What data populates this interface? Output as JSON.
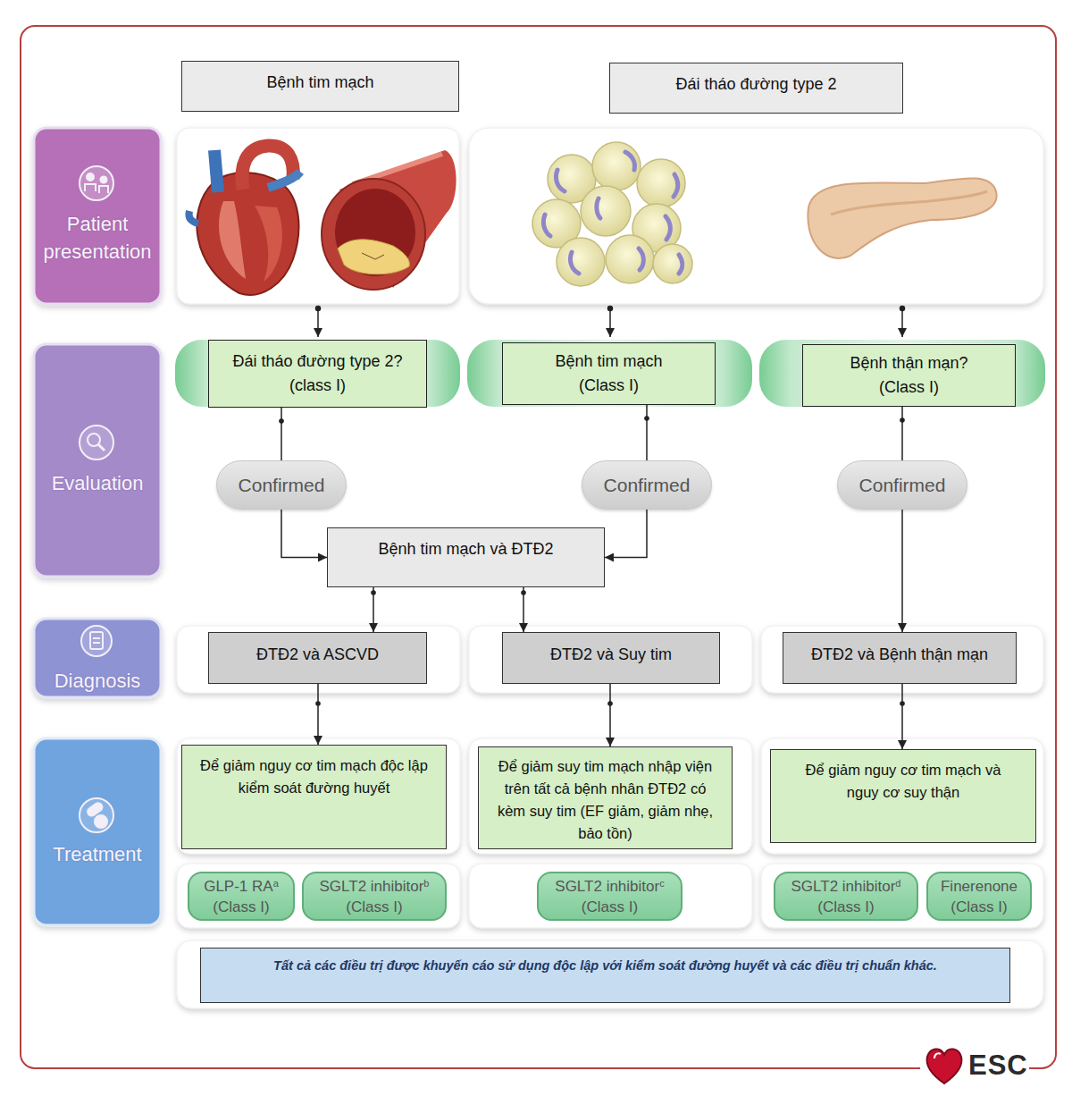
{
  "diagram": {
    "nodes": [
      {
        "text": [
          "Bệnh tim mạch"
        ]
      },
      {
        "text": [
          "Đái tháo đường type 2"
        ]
      },
      {
        "text": [
          "Patient presentation"
        ]
      },
      {
        "text": [
          "Evaluation"
        ]
      },
      {
        "text": [
          "Đái tháo đường type 2? (class I)"
        ]
      },
      {
        "text": [
          "Bệnh tim mạch (Class I)"
        ]
      },
      {
        "text": [
          "Bệnh thận mạn? (Class I)"
        ]
      },
      {
        "text": [
          "Confirmed"
        ]
      },
      {
        "text": [
          "Confirmed"
        ]
      },
      {
        "text": [
          "Confirmed"
        ]
      },
      {
        "text": [
          "Bệnh tim mạch và ĐTĐ2"
        ]
      },
      {
        "text": [
          "Diagnosis"
        ]
      },
      {
        "text": [
          "ĐTĐ2 và ASCVD"
        ]
      },
      {
        "text": [
          "ĐTĐ2 và Suy tim"
        ]
      },
      {
        "text": [
          "ĐTĐ2 và Bệnh thận mạn"
        ]
      },
      {
        "text": [
          "Treatment"
        ]
      },
      {
        "text": [
          "Để giảm nguy cơ tim mạch độc lập kiểm soát đường huyết"
        ]
      },
      {
        "text": [
          "Để giảm suy tim mạch nhập viện trên tất cả bệnh nhân ĐTĐ2 có kèm suy tim (EF giảm, giảm nhẹ, bảo tồn)"
        ]
      },
      {
        "text": [
          "Để giảm nguy cơ tim mạch và nguy cơ suy thận"
        ]
      },
      {
        "text": [
          "GLP-1 RA",
          "a",
          "(Class I)"
        ]
      },
      {
        "text": [
          "SGLT2 inhibitor",
          "b",
          "(Class I)"
        ]
      },
      {
        "text": [
          "SGLT2 inhibitor",
          "c",
          "(Class I)"
        ]
      },
      {
        "text": [
          "SGLT2 inhibitor",
          "d",
          "(Class I)"
        ]
      },
      {
        "text": [
          "Finerenone",
          "(Class I)"
        ]
      },
      {
        "text": [
          "Tất cả các điều trị được khuyến cáo sử dụng độc lập với kiểm soát đường huyết và các điều trị chuẩn khác."
        ]
      }
    ],
    "edges": [
      {
        "from": 4,
        "to": 7,
        "arrow": "none"
      },
      {
        "from": 7,
        "to": 10,
        "arrow": "to"
      },
      {
        "from": 5,
        "to": 8,
        "arrow": "none"
      },
      {
        "from": 8,
        "to": 10,
        "arrow": "to"
      },
      {
        "from": 6,
        "to": 9,
        "arrow": "none"
      },
      {
        "from": 9,
        "to": 14,
        "arrow": "to"
      },
      {
        "from": 10,
        "to": 12,
        "arrow": "to"
      },
      {
        "from": 10,
        "to": 13,
        "arrow": "to"
      },
      {
        "from": 12,
        "to": 16,
        "arrow": "to"
      },
      {
        "from": 13,
        "to": 17,
        "arrow": "to"
      },
      {
        "from": 14,
        "to": 18,
        "arrow": "to"
      }
    ],
    "labels": [
      "ESC"
    ]
  }
}
